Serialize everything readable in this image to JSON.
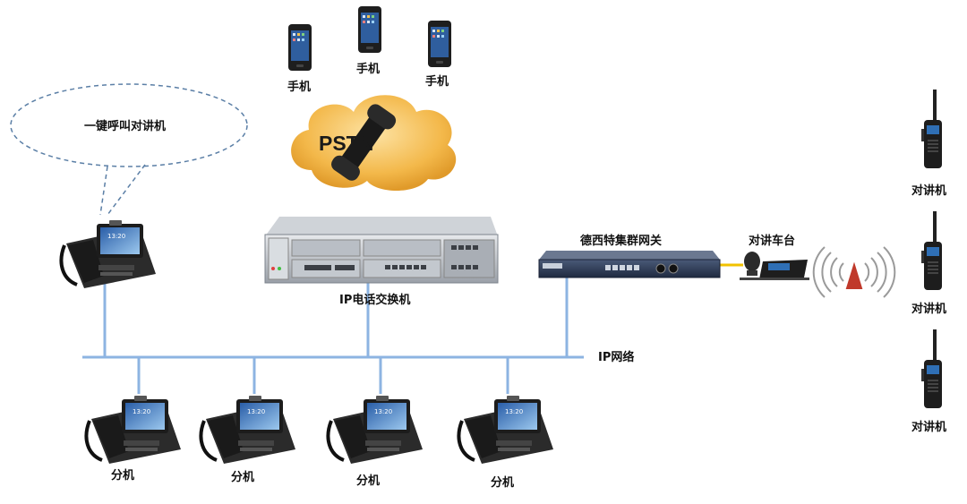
{
  "labels": {
    "mobile": "手机",
    "pstn": "PSTN",
    "one_key_call": "一键呼叫对讲机",
    "ip_pbx": "IP电话交换机",
    "trunk_gateway": "德西特集群网关",
    "base_station": "对讲车台",
    "walkie_talkie": "对讲机",
    "ip_network": "IP网络",
    "extension": "分机",
    "phone_clock": "13:20"
  },
  "colors": {
    "network_line": "#8db4e2",
    "cloud": "#f3b84a",
    "device_dark": "#2b2b2b",
    "screen": "#3a78c8",
    "bubble_border": "#5b7fa6",
    "signal": "#c0392b"
  }
}
